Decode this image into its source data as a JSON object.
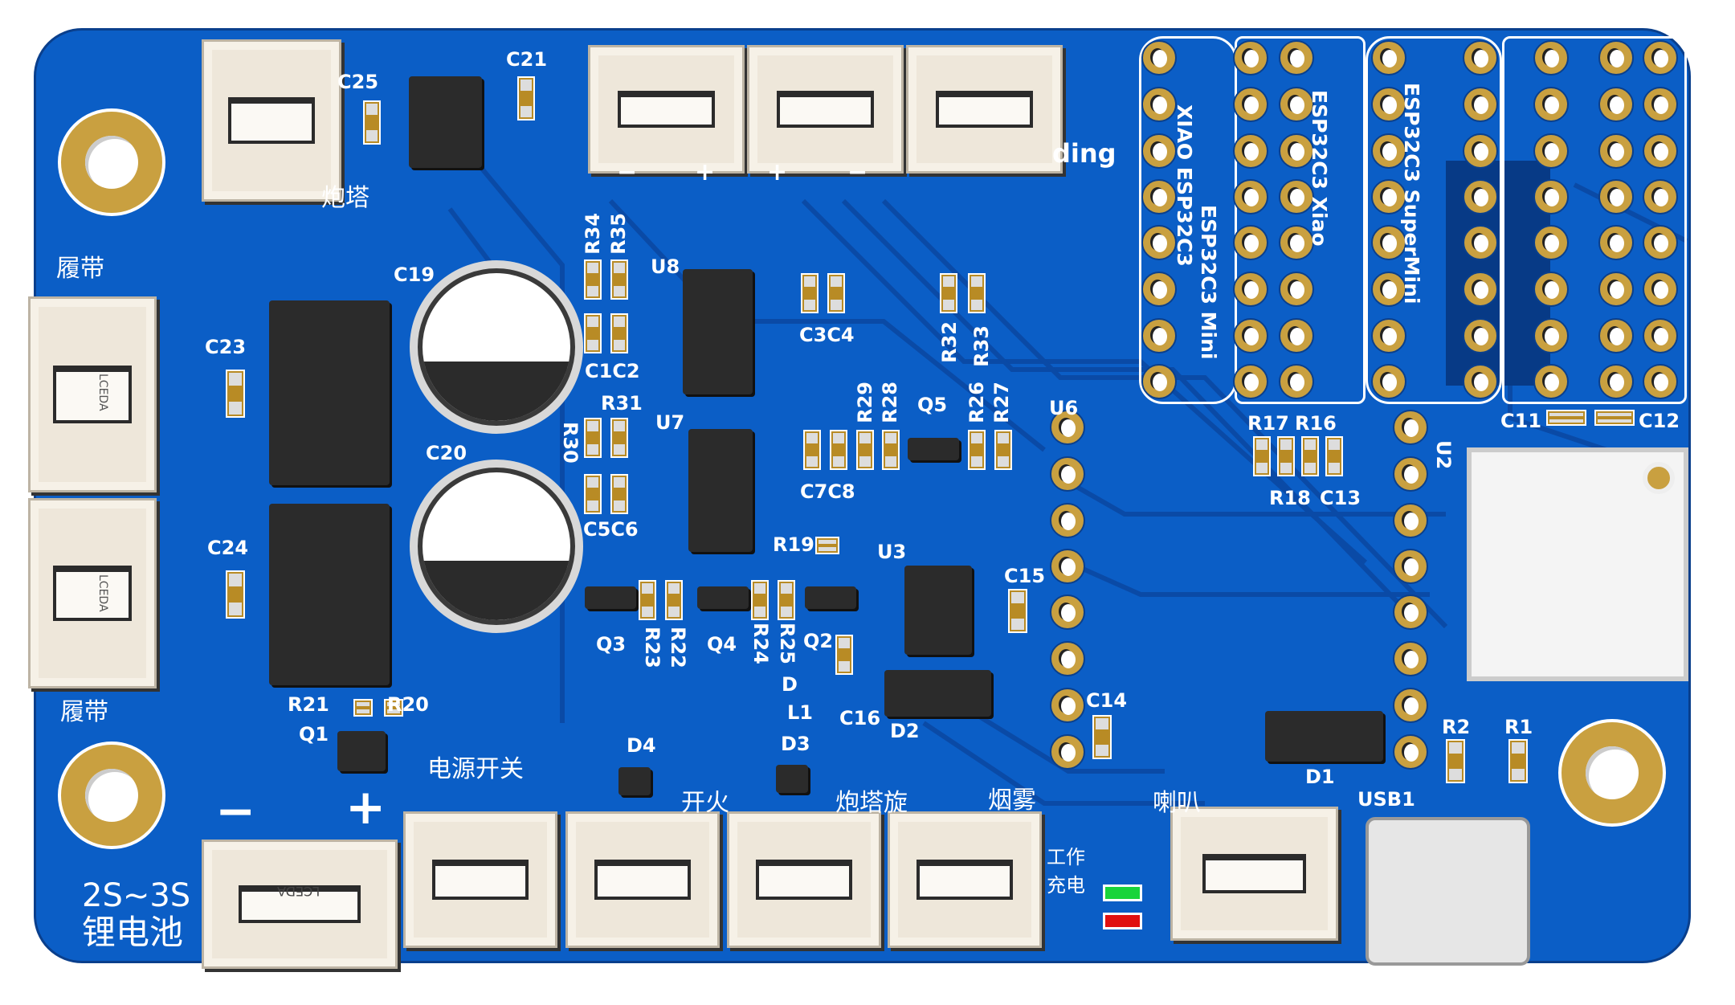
{
  "board": {
    "color": "#0b5ec6",
    "trace_color": "#0a4aa6",
    "pad_color": "#c9a040"
  },
  "labels": {
    "C21": "C21",
    "C25": "C25",
    "turret": "炮塔",
    "track_top": "履带",
    "track_bottom": "履带",
    "C19": "C19",
    "C23": "C23",
    "C20": "C20",
    "C24": "C24",
    "R34": "R34",
    "R35": "R35",
    "U8": "U8",
    "C1C2": "C1C2",
    "C3C4": "C3C4",
    "R32": "R32",
    "R33": "R33",
    "R31": "R31",
    "R30": "R30",
    "U7": "U7",
    "R29": "R29",
    "R28": "R28",
    "Q5": "Q5",
    "R26": "R26",
    "R27": "R27",
    "U6": "U6",
    "C5C6": "C5C6",
    "C7C8": "C7C8",
    "R19": "R19",
    "U3": "U3",
    "C15": "C15",
    "Q3": "Q3",
    "R23": "R23",
    "R22": "R22",
    "Q4": "Q4",
    "R24": "R24",
    "R25": "R25",
    "Q2": "Q2",
    "D": "D",
    "L1": "L1",
    "C16": "C16",
    "D2": "D2",
    "C14": "C14",
    "R21": "R21",
    "R20": "R20",
    "Q1": "Q1",
    "power_switch": "电源开关",
    "D4": "D4",
    "D3": "D3",
    "fire": "开火",
    "turret_rotate": "炮塔旋",
    "smoke": "烟雾",
    "work": "工作",
    "charge": "充电",
    "speaker": "喇叭",
    "D1": "D1",
    "USB1": "USB1",
    "R2": "R2",
    "R1": "R1",
    "R17": "R17",
    "R16": "R16",
    "R18": "R18",
    "C13": "C13",
    "U2": "U2",
    "C11": "C11",
    "C12": "C12",
    "xiao_esp32c3": "XIAO ESP32C3",
    "esp32c3_mini": "ESP32C3 Mini",
    "esp32c3_xiao": "ESP32C3 Xiao",
    "esp32c3_supermini": "ESP32C3 SuperMini",
    "ding": "ding",
    "minus": "−",
    "plus": "+",
    "batt_spec": "2S~3S",
    "batt_name": "锂电池",
    "lceda": "LCEDA",
    "top_conn_1_minus": "−",
    "top_conn_1_plus": "+",
    "top_conn_2_plus": "+",
    "top_conn_2_minus": "−"
  }
}
